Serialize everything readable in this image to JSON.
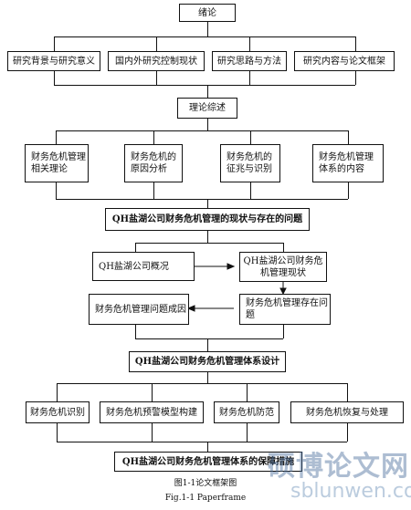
{
  "intro": "绪论",
  "level1": [
    "研究背景与研究意义",
    "国内外研究控制现状",
    "研究思路与方法",
    "研究内容与论文框架"
  ],
  "review": "理论综述",
  "level2": [
    "财务危机管理相关理论",
    "财务危机的原因分析",
    "财务危机的征兆与识别",
    "财务危机管理体系的内容"
  ],
  "status": "QH盐湖公司财务危机管理的现状与存在的问题",
  "status_nodes": {
    "overview": "QH盐湖公司概况",
    "current": "QH盐湖公司财务危机管理现状",
    "problems": "财务危机管理存在问题",
    "causes": "财务危机管理问题成因"
  },
  "design": "QH盐湖公司财务危机管理体系设计",
  "level3": [
    "财务危机识别",
    "财务危机预警模型构建",
    "财务危机防范",
    "财务危机恢复与处理"
  ],
  "bottom": "QH盐湖公司财务危机管理体系的保障措施",
  "caption_cn": "图1-1论文框架图",
  "caption_en": "Fig.1-1 Paperframe",
  "watermark_cn": "硕博论文网",
  "watermark_en": "sblunwen.com"
}
